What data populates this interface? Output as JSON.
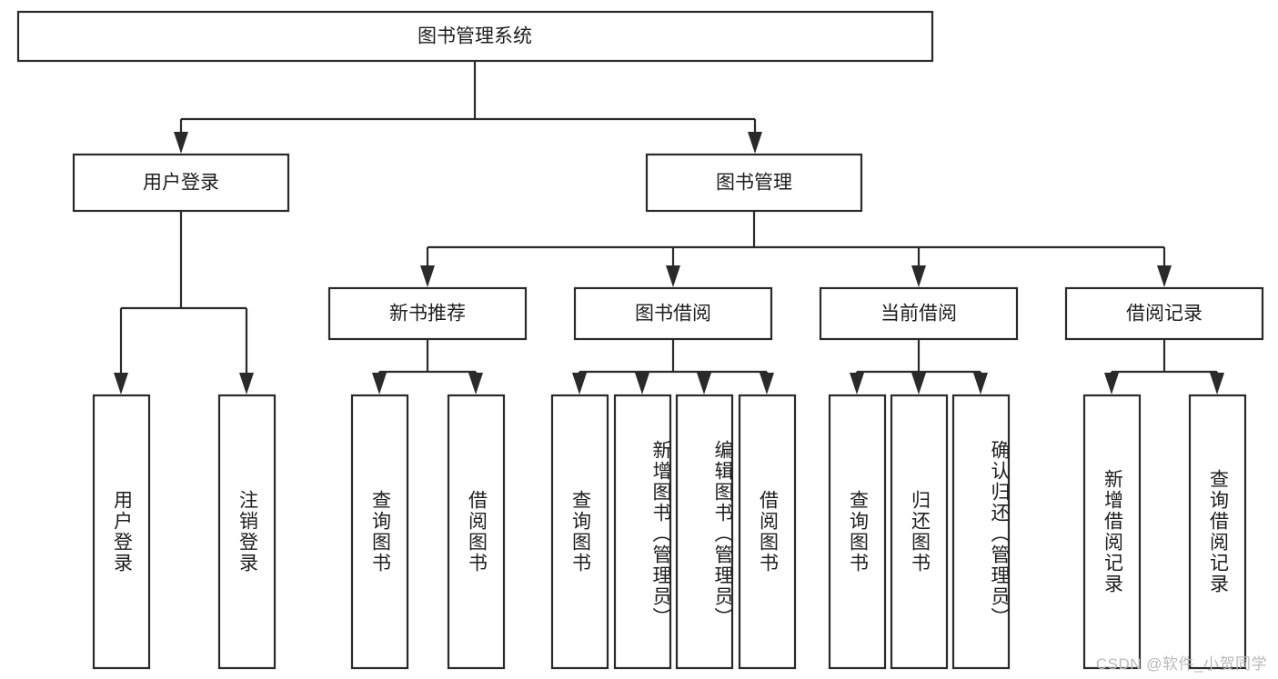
{
  "diagram": {
    "type": "hierarchy-tree",
    "title": "图书管理系统",
    "orientation": "top-down",
    "colors": {
      "box_fill": "#ffffff",
      "box_stroke": "#2a2a2a",
      "text": "#1d1d1d",
      "watermark": "#b9b9b9",
      "background": "#ffffff"
    },
    "root": {
      "label": "图书管理系统"
    },
    "level2": [
      {
        "id": "user-login",
        "label": "用户登录"
      },
      {
        "id": "book-manage",
        "label": "图书管理"
      }
    ],
    "level3": [
      {
        "id": "new-book-recommend",
        "label": "新书推荐",
        "parent": "book-manage"
      },
      {
        "id": "book-borrow",
        "label": "图书借阅",
        "parent": "book-manage"
      },
      {
        "id": "current-borrow",
        "label": "当前借阅",
        "parent": "book-manage"
      },
      {
        "id": "borrow-record",
        "label": "借阅记录",
        "parent": "book-manage"
      }
    ],
    "leaves": {
      "user-login": [
        {
          "id": "leaf-user-login",
          "label": "用户登录"
        },
        {
          "id": "leaf-user-logout",
          "label": "注销登录"
        }
      ],
      "new-book-recommend": [
        {
          "id": "leaf-query-book-1",
          "label": "查询图书"
        },
        {
          "id": "leaf-borrow-book-1",
          "label": "借阅图书"
        }
      ],
      "book-borrow": [
        {
          "id": "leaf-query-book-2",
          "label": "查询图书"
        },
        {
          "id": "leaf-add-book",
          "label": "新增图书（管理员）"
        },
        {
          "id": "leaf-edit-book",
          "label": "编辑图书（管理员）"
        },
        {
          "id": "leaf-borrow-book-2",
          "label": "借阅图书"
        }
      ],
      "current-borrow": [
        {
          "id": "leaf-query-book-3",
          "label": "查询图书"
        },
        {
          "id": "leaf-return-book",
          "label": "归还图书"
        },
        {
          "id": "leaf-confirm-return",
          "label": "确认归还（管理员）"
        }
      ],
      "borrow-record": [
        {
          "id": "leaf-add-record",
          "label": "新增借阅记录"
        },
        {
          "id": "leaf-query-record",
          "label": "查询借阅记录"
        }
      ]
    }
  },
  "watermark": {
    "text": "CSDN @软件_小贺同学"
  }
}
